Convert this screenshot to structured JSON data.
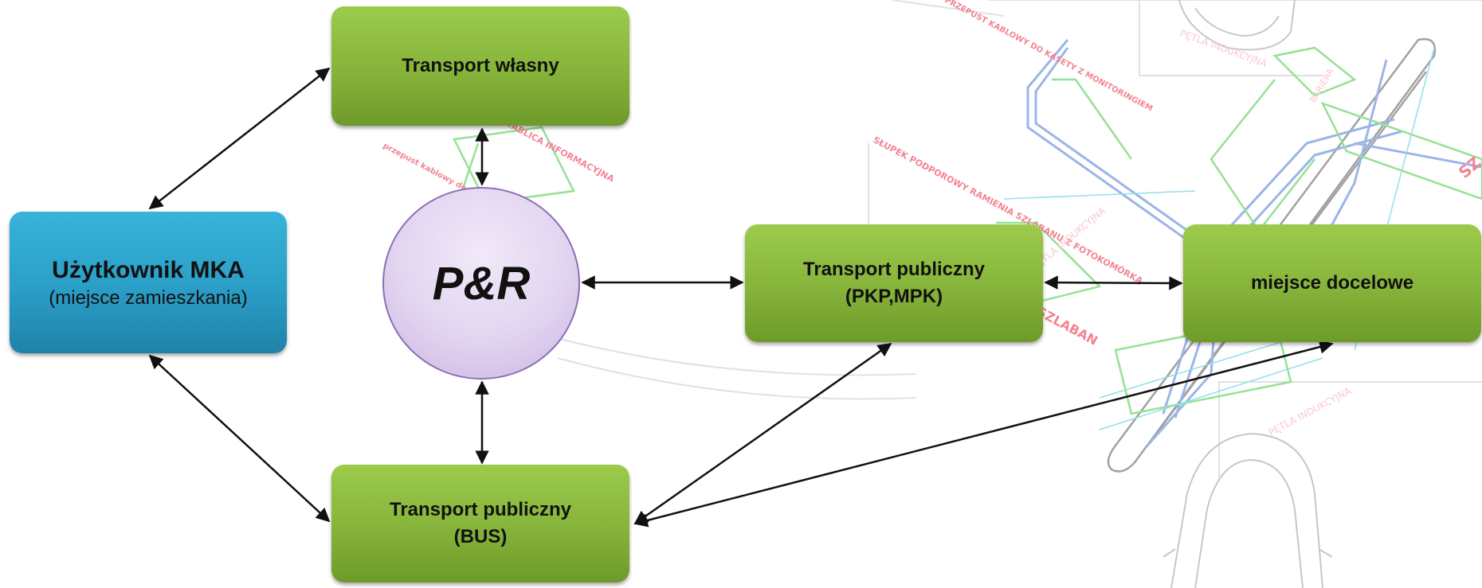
{
  "diagram": {
    "nodes": {
      "user": {
        "title": "Użytkownik MKA",
        "subtitle": "(miejsce zamieszkania)"
      },
      "own_transport": {
        "label": "Transport własny"
      },
      "pr": {
        "label": "P&R"
      },
      "public_rail": {
        "line1": "Transport publiczny",
        "line2": "(PKP,MPK)"
      },
      "public_bus": {
        "line1": "Transport publiczny",
        "line2": "(BUS)"
      },
      "destination": {
        "label": "miejsce docelowe"
      }
    },
    "edges": [
      {
        "from": "user",
        "to": "own_transport",
        "direction": "both"
      },
      {
        "from": "user",
        "to": "public_bus",
        "direction": "both"
      },
      {
        "from": "own_transport",
        "to": "pr",
        "direction": "both"
      },
      {
        "from": "pr",
        "to": "public_bus",
        "direction": "both"
      },
      {
        "from": "pr",
        "to": "public_rail",
        "direction": "both"
      },
      {
        "from": "public_rail",
        "to": "destination",
        "direction": "both"
      },
      {
        "from": "public_bus",
        "to": "public_rail",
        "direction": "both"
      },
      {
        "from": "public_bus",
        "to": "destination",
        "direction": "both"
      }
    ],
    "colors": {
      "green_box": "#86b33a",
      "blue_box": "#2a9ec6",
      "circle": "#e2d4f0",
      "arrow": "#111111"
    }
  },
  "background_plan": {
    "labels": {
      "tablica": "TABLICA INFORMACYJNA",
      "przepust": "przepust kablowy do zasilania i sieci",
      "slupek": "SŁUPEK PODPOROWY RAMIENIA SZLABANU Z FOTOKOMÓRKĄ",
      "petla_top": "PĘTLA INDUKCYJNA",
      "petla_mid": "PĘTLA INDUKCYJNA",
      "petla_bottom": "PĘTLA INDUKCYJNA",
      "szlaban": "SZLABAN",
      "bariera": "BARIERA",
      "sz": "SZ",
      "top_note": "PRZEPUST KABLOWY DO KASETY Z MONITORINGIEM"
    }
  }
}
